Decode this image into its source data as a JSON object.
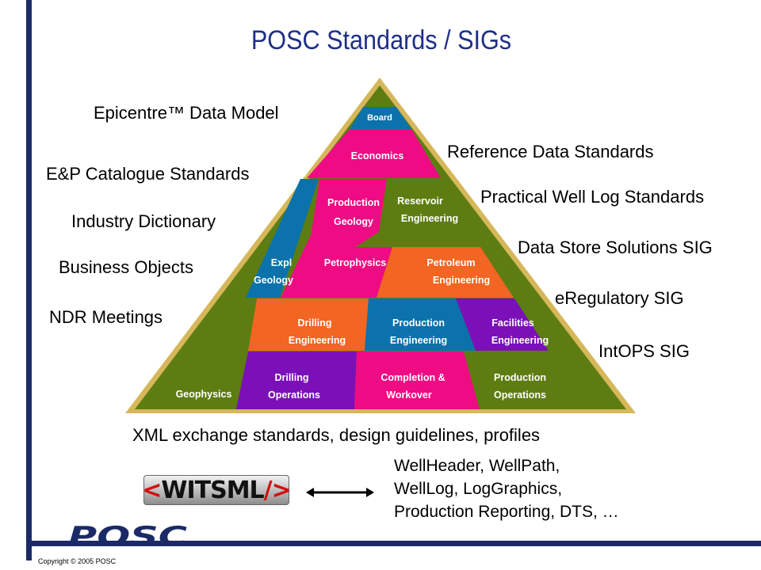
{
  "title": "POSC Standards / SIGs",
  "left_labels": [
    "Epicentre™ Data Model",
    "E&P Catalogue Standards",
    "Industry Dictionary",
    "Business Objects",
    "NDR  Meetings"
  ],
  "right_labels": [
    "Reference Data Standards",
    "Practical Well Log Standards",
    "Data Store Solutions SIG",
    "eRegulatory SIG",
    "IntOPS SIG"
  ],
  "pyramid": {
    "board": "Board",
    "economics": "Economics",
    "production_geology": [
      "Production",
      "Geology"
    ],
    "reservoir_engineering": [
      "Reservoir",
      "Engineering"
    ],
    "expl_geology": [
      "Expl",
      "Geology"
    ],
    "petrophysics": "Petrophysics",
    "petroleum_engineering": [
      "Petroleum",
      "Engineering"
    ],
    "drilling_engineering": [
      "Drilling",
      "Engineering"
    ],
    "production_engineering": [
      "Production",
      "Engineering"
    ],
    "facilities_engineering": [
      "Facilities",
      "Engineering"
    ],
    "geophysics": "Geophysics",
    "drilling_operations": [
      "Drilling",
      "Operations"
    ],
    "completion_workover": [
      "Completion &",
      "Workover"
    ],
    "production_operations": [
      "Production",
      "Operations"
    ]
  },
  "colors": {
    "frame": "#d6b75a",
    "olive": "#5d7d12",
    "magenta": "#ef0b84",
    "orange": "#f26522",
    "blue": "#0b72ab",
    "purple": "#7b10b8",
    "navy": "#1b2a66"
  },
  "xml_line": "XML exchange standards, design guidelines, profiles",
  "witsml": {
    "open": "<",
    "name": "WITSML",
    "close": "/>"
  },
  "wellheader_lines": [
    "WellHeader, WellPath,",
    "WellLog, LogGraphics,",
    "Production Reporting, DTS, …"
  ],
  "posc_logo": "POSC",
  "copyright": "Copyright © 2005 POSC"
}
